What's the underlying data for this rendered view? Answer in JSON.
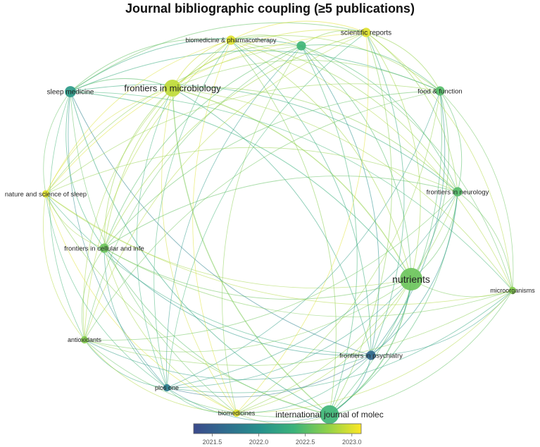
{
  "title": "Journal bibliographic coupling (≥5 publications)",
  "legend": {
    "ticks": [
      "2021.5",
      "2022.0",
      "2022.5",
      "2023.0"
    ],
    "tick_values": [
      2021.5,
      2022.0,
      2022.5,
      2023.0
    ],
    "min": 2021.3,
    "max": 2023.1,
    "colors": [
      "#3b4a8c",
      "#2f6e8e",
      "#26918c",
      "#3bb37a",
      "#8fd14a",
      "#fde725"
    ]
  },
  "nodes": [
    {
      "id": "nutrients",
      "label": "nutrients",
      "score": 2022.6,
      "weight": 10
    },
    {
      "id": "ijms",
      "label": "international journal of molec",
      "score": 2022.4,
      "weight": 8
    },
    {
      "id": "fmicro",
      "label": "frontiers in microbiology",
      "score": 2022.9,
      "weight": 7
    },
    {
      "id": "sleepmed",
      "label": "sleep medicine",
      "score": 2022.1,
      "weight": 4
    },
    {
      "id": "biopharm",
      "label": "biomedicine & pharmacotherapy",
      "score": 2023.0,
      "weight": 3
    },
    {
      "id": "unlabeled",
      "label": "",
      "score": 2022.4,
      "weight": 3
    },
    {
      "id": "scirep",
      "label": "scientific reports",
      "score": 2023.0,
      "weight": 3
    },
    {
      "id": "food",
      "label": "food & function",
      "score": 2022.5,
      "weight": 3
    },
    {
      "id": "nss",
      "label": "nature and science of sleep",
      "score": 2023.0,
      "weight": 2
    },
    {
      "id": "fneuro",
      "label": "frontiers in neurology",
      "score": 2022.5,
      "weight": 3
    },
    {
      "id": "fcell",
      "label": "frontiers in cellular and infe",
      "score": 2022.6,
      "weight": 3
    },
    {
      "id": "microorg",
      "label": "microorganisms",
      "score": 2022.7,
      "weight": 2
    },
    {
      "id": "antiox",
      "label": "antioxidants",
      "score": 2022.7,
      "weight": 2
    },
    {
      "id": "fpsych",
      "label": "frontiers in psychiatry",
      "score": 2021.6,
      "weight": 3
    },
    {
      "id": "plosone",
      "label": "plos one",
      "score": 2021.8,
      "weight": 2
    },
    {
      "id": "biomed",
      "label": "biomedicines",
      "score": 2023.0,
      "weight": 2
    }
  ]
}
